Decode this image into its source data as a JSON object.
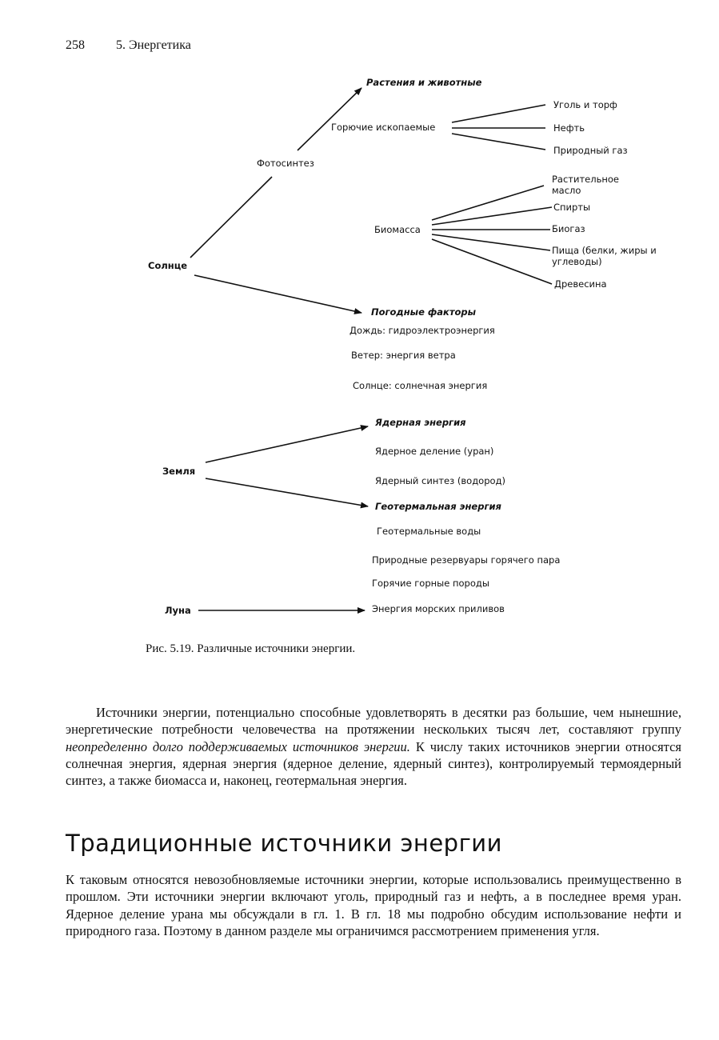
{
  "page": {
    "number": "258",
    "running_head": "5. Энергетика"
  },
  "diagram": {
    "sources": {
      "sun": "Солнце",
      "earth": "Земля",
      "moon": "Луна"
    },
    "photosynthesis": "Фотосинтез",
    "plants_animals": "Растения  и животные",
    "fossil_fuels": {
      "label": "Горючие ископаемые",
      "items": [
        "Уголь и торф",
        "Нефть",
        "Природный газ"
      ]
    },
    "biomass": {
      "label": "Биомасса",
      "items": [
        "Растительное масло",
        "Спирты",
        "Биогаз",
        "Пища (белки, жиры и углеводы)",
        "Древесина"
      ]
    },
    "weather": {
      "label": "Погодные факторы",
      "items": [
        "Дождь: гидроэлектроэнергия",
        "Ветер:  энергия ветра",
        "Солнце: солнечная энергия"
      ]
    },
    "nuclear": {
      "label": "Ядерная энергия",
      "items": [
        "Ядерное деление (уран)",
        "Ядерный синтез (водород)"
      ]
    },
    "geothermal": {
      "label": "Геотермальная энергия",
      "items": [
        "Геотермальные воды",
        "Природные резервуары горячего пара",
        "Горячие  горные породы"
      ]
    },
    "tidal": "Энергия морских приливов"
  },
  "caption": "Рис. 5.19.  Различные источники энергии.",
  "paragraph1": {
    "before": "Источники энергии, потенциально способные удовлетворять в десятки раз большие, чем нынешние, энергетические потребности человечества на протяжении нескольких тысяч лет, составляют группу ",
    "emphasis": "неопределенно долго поддерживаемых источников энергии.",
    "after": " К числу таких источников энергии относятся солнечная энергия, ядерная энергия (ядерное деление, ядерный синтез), контролируемый термоядерный синтез, а также биомасса и, наконец, геотермальная энергия."
  },
  "heading": "Традиционные источники энергии",
  "paragraph2": "К таковым относятся невозобновляемые источники энергии, которые использовались преимущественно в прошлом. Эти источники энергии включают уголь, природный газ и нефть, а в последнее время уран. Ядерное деление урана мы обсуждали в гл. 1. В гл. 18 мы подробно обсудим использование нефти и природного газа. Поэтому в данном разделе мы ограничимся рассмотрением применения угля.",
  "colors": {
    "ink": "#111111",
    "paper": "#ffffff"
  }
}
